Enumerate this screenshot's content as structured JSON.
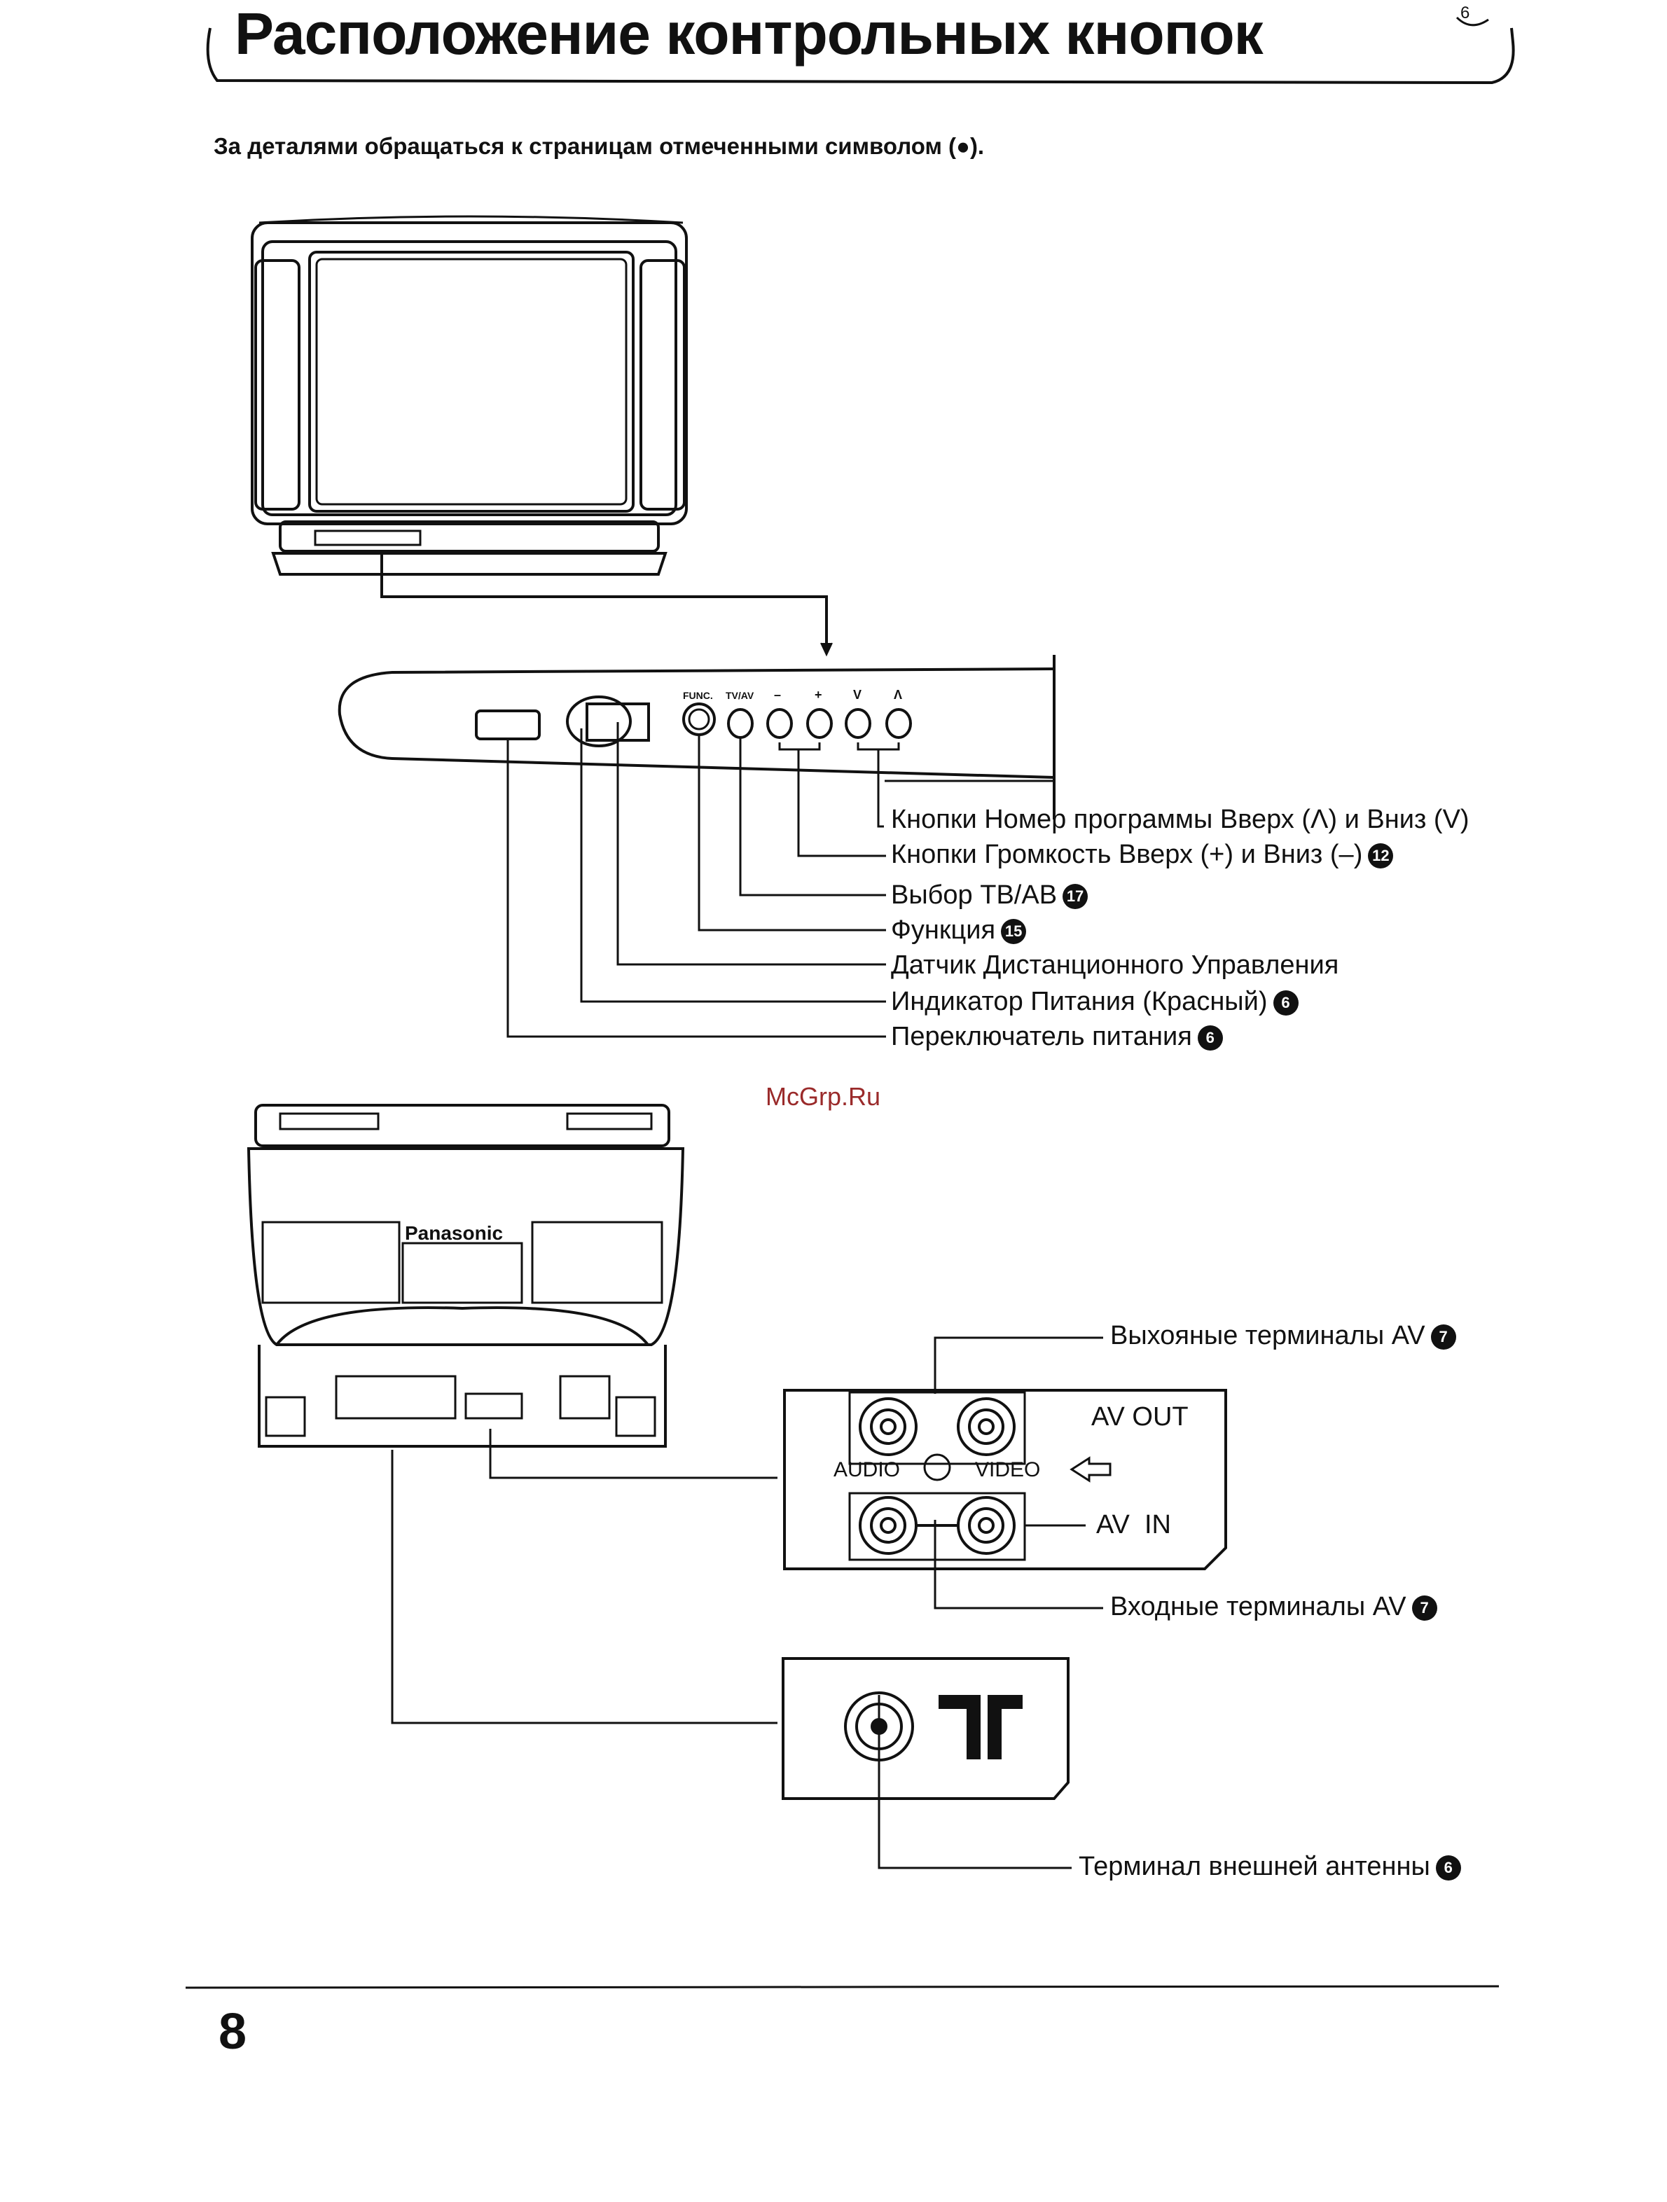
{
  "header": {
    "title": "Расположение контрольных кнопок",
    "corner_mark": "6"
  },
  "intro": "За деталями обращаться к страницам отмеченными символом (●).",
  "front_panel": {
    "button_marks": [
      "FUNC.",
      "TV/AV",
      "–",
      "+",
      "V",
      "Λ"
    ],
    "labels": [
      {
        "text": "Кнопки Номер программы Вверх (Λ) и Вниз (V)",
        "ref": ""
      },
      {
        "text": "Кнопки Громкость Вверх (+) и Вниз (–)",
        "ref": "12"
      },
      {
        "text": "Выбор ТВ/АВ",
        "ref": "17"
      },
      {
        "text": "Функция",
        "ref": "15"
      },
      {
        "text": "Датчик Дистанционного Управления",
        "ref": ""
      },
      {
        "text": "Индикатор Питания (Красный)",
        "ref": "6"
      },
      {
        "text": "Переключатель питания",
        "ref": "6"
      }
    ]
  },
  "watermark": "McGrp.Ru",
  "rear_panel": {
    "brand": "Panasonic",
    "av_out_label": "AV OUT",
    "av_in_label": "AV  IN",
    "audio_label": "AUDIO",
    "video_label": "VIDEO",
    "labels": [
      {
        "text": "Выхояные терминалы AV",
        "ref": "7"
      },
      {
        "text": "Входные терминалы AV",
        "ref": "7"
      },
      {
        "text": "Терминал внешней антенны",
        "ref": "6"
      }
    ]
  },
  "page_number": "8"
}
